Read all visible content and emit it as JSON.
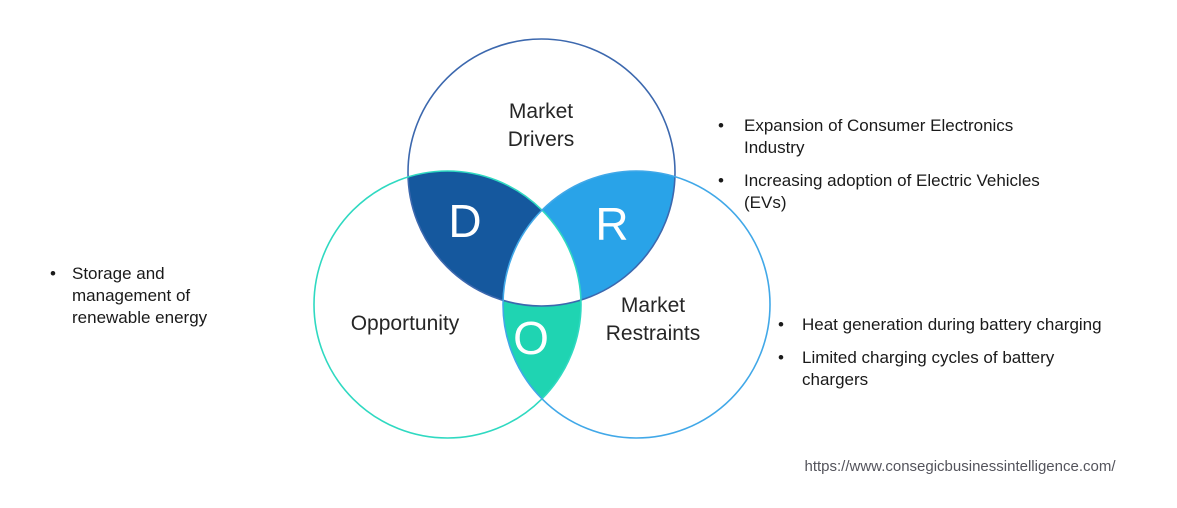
{
  "venn": {
    "circles": {
      "drivers": {
        "label_lines": [
          "Market",
          "Drivers"
        ],
        "stroke_color": "#3C68AE"
      },
      "opportunity": {
        "label": "Opportunity",
        "stroke_color": "#2FD9C1"
      },
      "restraints": {
        "label_lines": [
          "Market",
          "Restraints"
        ],
        "stroke_color": "#41A8E8"
      }
    },
    "regions": {
      "drivers_overlap": {
        "letter": "D",
        "fill_color": "#15589E"
      },
      "restraints_overlap": {
        "letter": "R",
        "fill_color": "#29A3E8"
      },
      "opportunity_overlap": {
        "letter": "O",
        "fill_color": "#1FD4B2"
      }
    }
  },
  "bullet_lists": {
    "bullet_char": "•",
    "drivers": {
      "items": [
        "Expansion of Consumer Electronics Industry",
        "Increasing adoption of Electric Vehicles (EVs)"
      ]
    },
    "opportunity": {
      "items": [
        "Storage and management of renewable energy"
      ]
    },
    "restraints": {
      "items": [
        "Heat generation during battery charging",
        "Limited charging cycles of battery chargers"
      ]
    }
  },
  "footer": {
    "url": "https://www.consegicbusinessintelligence.com/"
  }
}
